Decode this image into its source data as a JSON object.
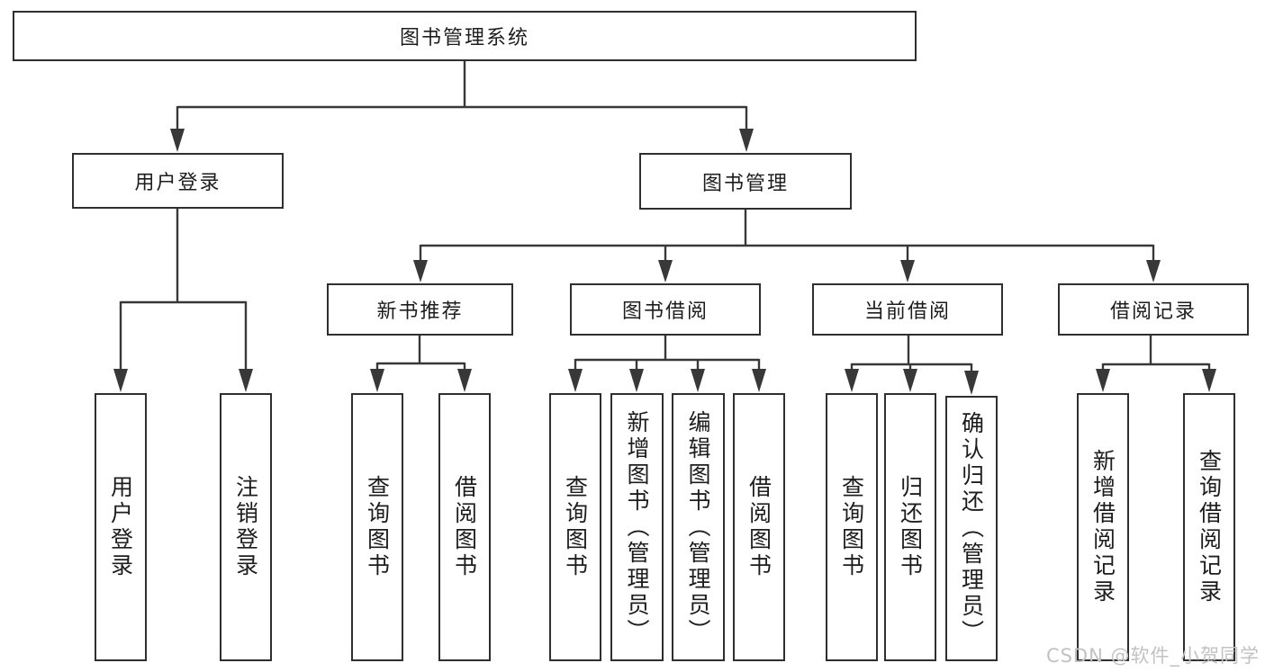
{
  "diagram_type": "hierarchy-flowchart",
  "colors": {
    "line": "#383838",
    "box_border": "#2f2f2f",
    "box_fill": "#ffffff",
    "text": "#1d1d1d",
    "watermark_text": "#c2c2c2",
    "background": "#ffffff"
  },
  "tree": {
    "root": {
      "label": "图书管理系统",
      "children": [
        {
          "label": "用户登录",
          "children": [
            {
              "label": "用户登录"
            },
            {
              "label": "注销登录"
            }
          ]
        },
        {
          "label": "图书管理",
          "children": [
            {
              "label": "新书推荐",
              "children": [
                {
                  "label": "查询图书"
                },
                {
                  "label": "借阅图书"
                }
              ]
            },
            {
              "label": "图书借阅",
              "children": [
                {
                  "label": "查询图书"
                },
                {
                  "label": "新增图书（管理员）"
                },
                {
                  "label": "编辑图书（管理员）"
                },
                {
                  "label": "借阅图书"
                }
              ]
            },
            {
              "label": "当前借阅",
              "children": [
                {
                  "label": "查询图书"
                },
                {
                  "label": "归还图书"
                },
                {
                  "label": "确认归还（管理员）"
                }
              ]
            },
            {
              "label": "借阅记录",
              "children": [
                {
                  "label": "新增借阅记录"
                },
                {
                  "label": "查询借阅记录"
                }
              ]
            }
          ]
        }
      ]
    }
  },
  "watermark": "CSDN @软件_小贺同学"
}
